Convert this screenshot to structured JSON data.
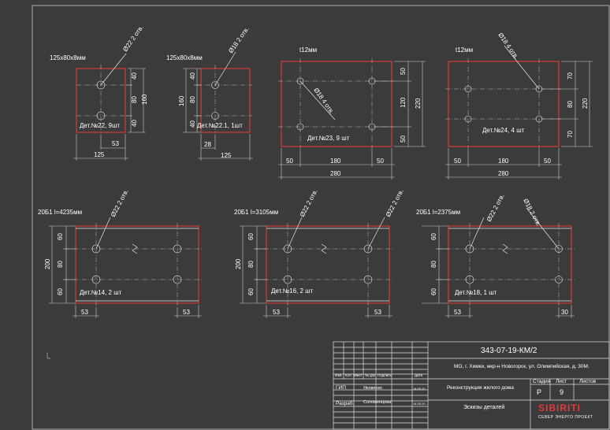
{
  "colors": {
    "background": "#3b3b3b",
    "part_outline": "#e23a3a",
    "lines": "#e8e8e8",
    "logo": "#e23a3a"
  },
  "parts": {
    "p22": {
      "profile": "125x80x8мм",
      "holes": "Ø22 2 отв.",
      "label": "Дет.№22, 9шт",
      "d1": "40",
      "d2": "80",
      "d3": "40",
      "total": "160",
      "w1": "53",
      "w2": "125"
    },
    "p221": {
      "profile": "125x80x8мм",
      "holes": "Ø18 2 отв.",
      "label": "Дет.№22.1, 1шт",
      "d1": "40",
      "d2": "80",
      "d3": "40",
      "total": "160",
      "w1": "28",
      "w2": "125"
    },
    "p23": {
      "profile": "t12мм",
      "holes": "Ø18 4 отв.",
      "label": "Дет.№23, 9 шт",
      "d1": "50",
      "d2": "120",
      "d3": "50",
      "total": "220",
      "w1": "50",
      "w2": "180",
      "w3": "50",
      "wtotal": "280"
    },
    "p24": {
      "profile": "t12мм",
      "holes": "Ø18 4 отв.",
      "label": "Дет.№24, 4 шт",
      "d1": "70",
      "d2": "80",
      "d3": "70",
      "total": "220",
      "w1": "50",
      "w2": "180",
      "w3": "50",
      "wtotal": "280"
    },
    "p14": {
      "profile": "20Б1 l=4235мм",
      "holes": "Ø22 2 отв.",
      "label": "Дет.№14, 2 шт",
      "d1": "60",
      "d2": "80",
      "d3": "60",
      "total": "200",
      "w1": "53",
      "w2": "53"
    },
    "p16": {
      "profile": "20Б1 l=3105мм",
      "holes": "Ø22 2 отв.",
      "holes2": "Ø22 2 отв.",
      "label": "Дет.№16, 2 шт",
      "d1": "60",
      "d2": "80",
      "d3": "60",
      "total": "200",
      "w1": "53",
      "w2": "53"
    },
    "p18": {
      "profile": "20Б1 l=2375мм",
      "holes": "Ø22 2 отв.",
      "holes2": "Ø18 2 отв.",
      "label": "Дет.№18, 1 шт",
      "d1": "60",
      "d2": "80",
      "d3": "60",
      "w1": "53",
      "w2": "30"
    }
  },
  "title_block": {
    "code": "343-07-19-КМ/2",
    "address": "МО, г. Химки, мкр-н Новогорск, ул. Олимпийская, д. 30М.",
    "headers": [
      "Изм.",
      "Кол. уч.",
      "Лист",
      "№ док.",
      "Подпись",
      "Дата"
    ],
    "gip_role": "ГИП",
    "gip_name": "Яковенко",
    "gip_date": "14.05.20",
    "dev_role": "Разраб.",
    "dev_name": "Соломенцева",
    "dev_date": "14.05.20",
    "project": "Реконструкция жилого дома",
    "sheet_title": "Эскизы деталей",
    "stage_h": "Стадия",
    "sheet_h": "Лист",
    "sheets_h": "Листов",
    "stage": "Р",
    "sheet": "9",
    "logo": "SIBIRITI",
    "logo_sub": "СЕВЕР ЭНЕРГО ПРОЕКТ"
  }
}
